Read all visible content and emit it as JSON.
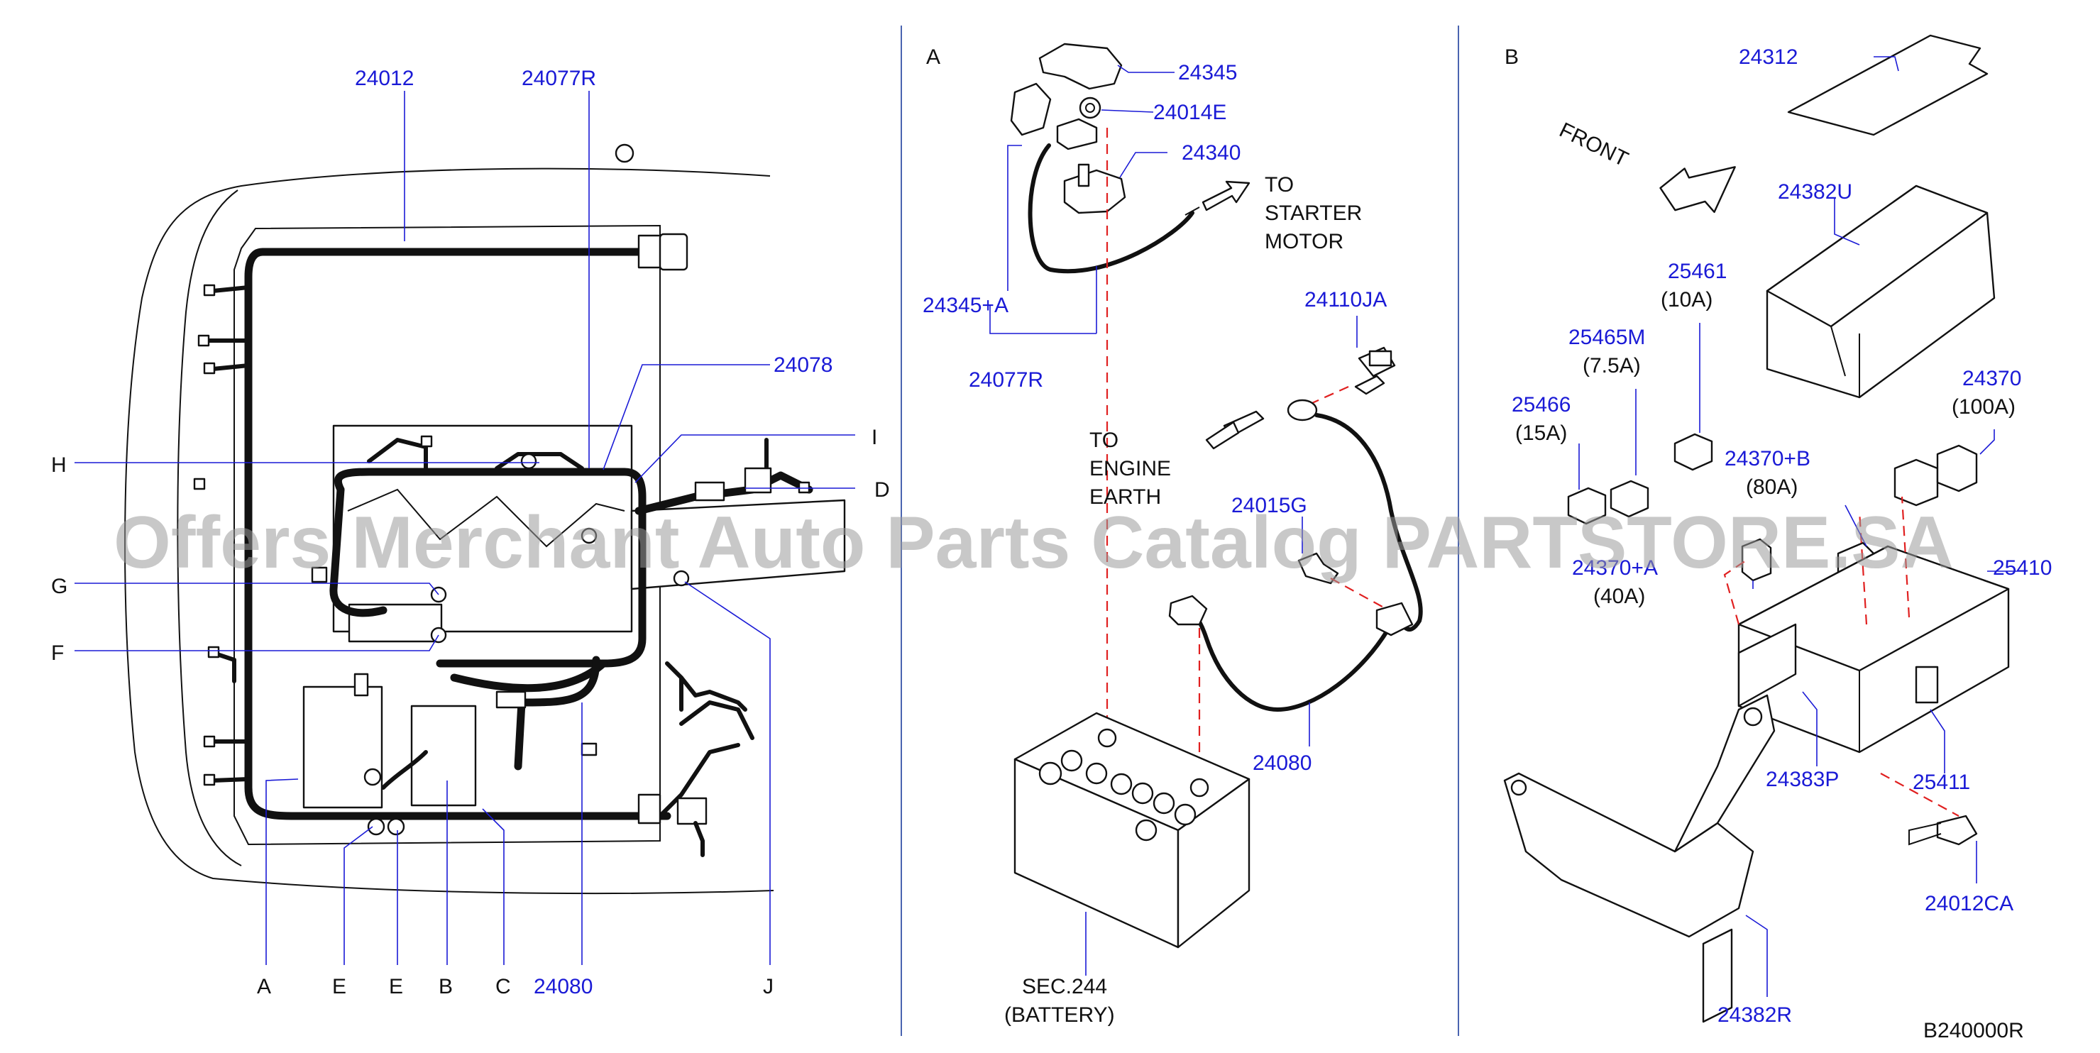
{
  "panels": {
    "a": {
      "letter": "A"
    },
    "b": {
      "letter": "B"
    }
  },
  "main": {
    "labels": {
      "p24012": "24012",
      "p24077R": "24077R",
      "p24078": "24078",
      "p24080": "24080",
      "H": "H",
      "G": "G",
      "F": "F",
      "I": "I",
      "D": "D",
      "A": "A",
      "E1": "E",
      "E2": "E",
      "B": "B",
      "C": "C",
      "J": "J"
    }
  },
  "detail_a": {
    "p24345": "24345",
    "p24014E": "24014E",
    "p24340": "24340",
    "p24345A": "24345+A",
    "p24077R": "24077R",
    "p24110JA": "24110JA",
    "p24015G": "24015G",
    "p24080": "24080",
    "to_starter": [
      "TO",
      "STARTER",
      "MOTOR"
    ],
    "to_engine": [
      "TO",
      "ENGINE",
      "EARTH"
    ],
    "sec": "SEC.244",
    "battery": "(BATTERY)"
  },
  "detail_b": {
    "front": "FRONT",
    "p24312": "24312",
    "p24382U": "24382U",
    "p25461": "25461",
    "p25461_amp": "(10A)",
    "p25465M": "25465M",
    "p25465M_amp": "(7.5A)",
    "p25466": "25466",
    "p25466_amp": "(15A)",
    "p24370": "24370",
    "p24370_amp": "(100A)",
    "p24370B": "24370+B",
    "p24370B_amp": "(80A)",
    "p24370A": "24370+A",
    "p24370A_amp": "(40A)",
    "p25410": "25410",
    "p24383P": "24383P",
    "p25411": "25411",
    "p24012CA": "24012CA",
    "p24382R": "24382R"
  },
  "ref_code": "B240000R",
  "watermark": "Offers Merchant Auto Parts Catalog PARTSTORE.SA",
  "colors": {
    "part_number": "#1a1ad6",
    "leader_line": "#1a1ad6",
    "dashed_guide": "#e02020",
    "ink": "#111111"
  }
}
